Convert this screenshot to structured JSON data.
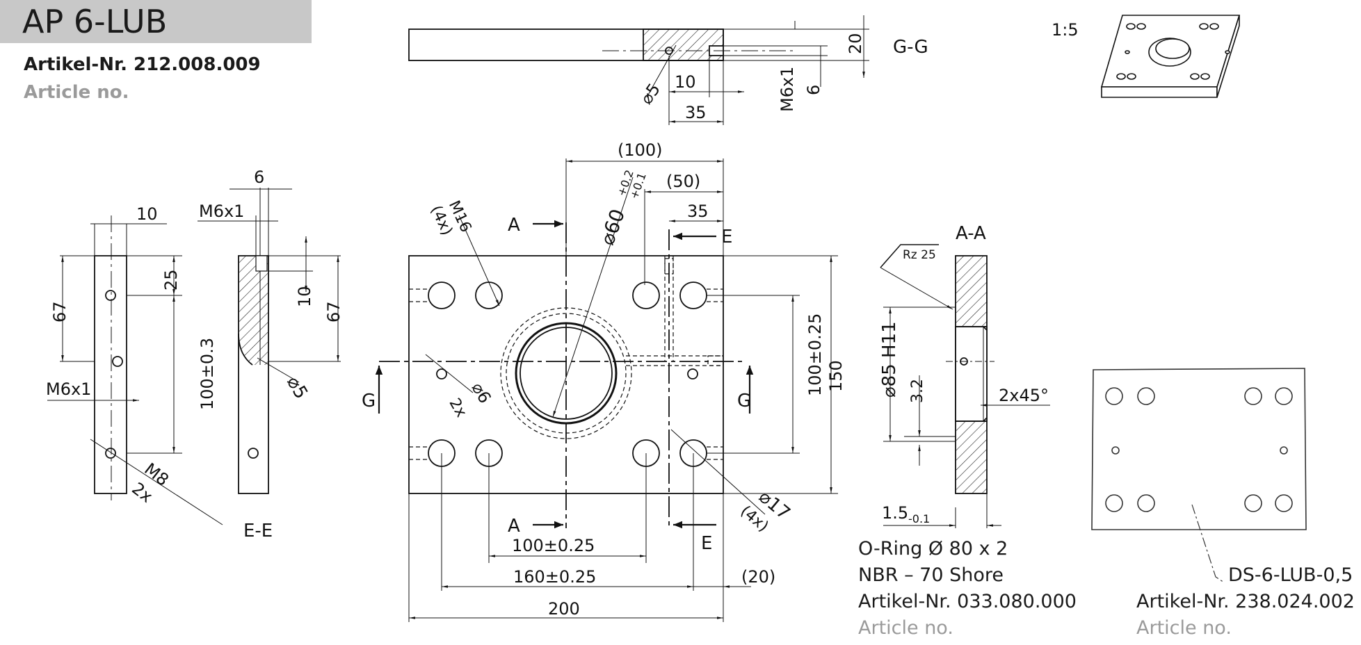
{
  "title": "AP 6-LUB",
  "article_main": {
    "label": "Artikel-Nr. 212.008.009",
    "sub": "Article no."
  },
  "scale": "1:5",
  "sections": {
    "gg": "G-G",
    "ee": "E-E",
    "aa": "A-A",
    "a": "A",
    "e": "E",
    "g": "G"
  },
  "dims": {
    "gg_20": "20",
    "gg_6": "6",
    "gg_m6x1": "M6x1",
    "gg_phi5": "⌀5",
    "gg_10": "10",
    "gg_35": "35",
    "ee_10": "10",
    "ee_6": "6",
    "ee_m6x1_top": "M6x1",
    "ee_m6x1_side": "M6x1",
    "ee_67_left": "67",
    "ee_67_right": "67",
    "ee_25": "25",
    "ee_10_small": "10",
    "ee_100": "100±0.3",
    "ee_m8": "M8",
    "ee_2x": "2x",
    "ee_phi5": "⌀5",
    "main_100p": "(100)",
    "main_50p": "(50)",
    "main_35": "35",
    "main_phi60": "⌀60",
    "main_phi60_tol_up": "+0.2",
    "main_phi60_tol_dn": "+0.1",
    "main_m16": "M16",
    "main_4x_a": "(4x)",
    "main_phi6": "⌀6",
    "main_2x": "2x",
    "main_100_v": "100±0.25",
    "main_150": "150",
    "main_phi17": "⌀17",
    "main_4x_b": "(4x)",
    "main_100_h": "100±0.25",
    "main_160": "160±0.25",
    "main_20p": "(20)",
    "main_200": "200",
    "aa_rz": "Rz 25",
    "aa_phi85": "⌀85 H11",
    "aa_32": "3.2",
    "aa_2x45": "2x45°",
    "aa_15": "1.5",
    "aa_15_tol": "-0.1"
  },
  "oring": {
    "line1": "O-Ring Ø 80 x 2",
    "line2": "NBR – 70 Shore",
    "label": "Artikel-Nr. 033.080.000",
    "sub": "Article no."
  },
  "seal": {
    "name": "DS-6-LUB-0,5",
    "label": "Artikel-Nr. 238.024.002",
    "sub": "Article no."
  }
}
